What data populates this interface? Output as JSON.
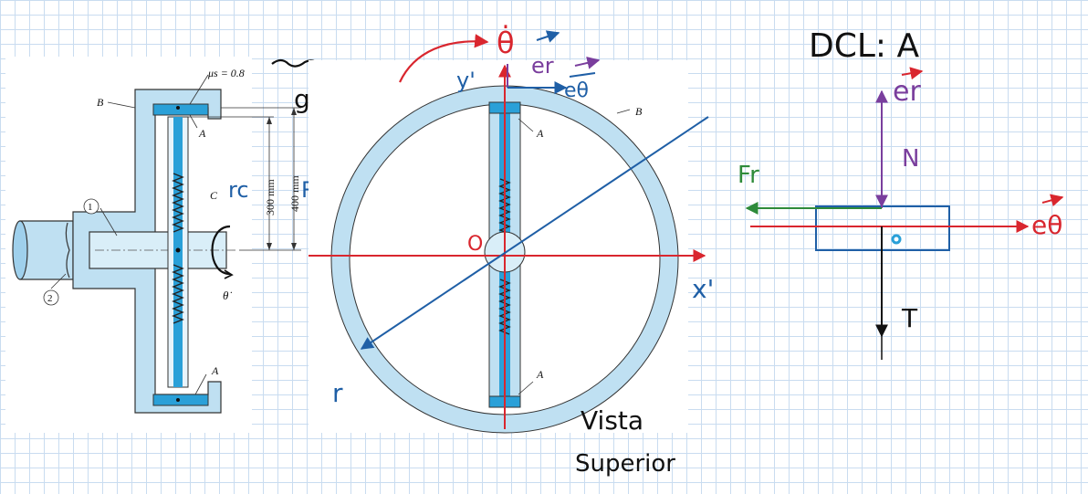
{
  "figure": {
    "mu_label": "μs = 0.8",
    "label_B": "B",
    "label_A": "A",
    "label_C": "C",
    "label_1": "1",
    "label_2": "2",
    "dim_300": "300 mm",
    "dim_400": "400 mm",
    "theta_dot": "θ̇"
  },
  "annotations": {
    "g": "g",
    "rc": "rc",
    "R": "R",
    "theta_dot_top": "θ̇",
    "y_prime": "y'",
    "er": "er",
    "eo": "eθ",
    "x_prime": "x'",
    "origin": "O",
    "r_axis": "r",
    "vista_line1": "Vista",
    "vista_line2": "Superior"
  },
  "fbd": {
    "title": "DCL: A",
    "er": "er",
    "eo": "eθ",
    "N": "N",
    "Fr": "Fr",
    "T": "T"
  },
  "colors": {
    "red": "#d9262e",
    "blue": "#1f5fa6",
    "purple": "#7a3e9d",
    "green": "#2e8b3a",
    "navy": "#0b3d6b",
    "light_blue": "#bfe0f2",
    "cyan": "#2aa0d8"
  }
}
